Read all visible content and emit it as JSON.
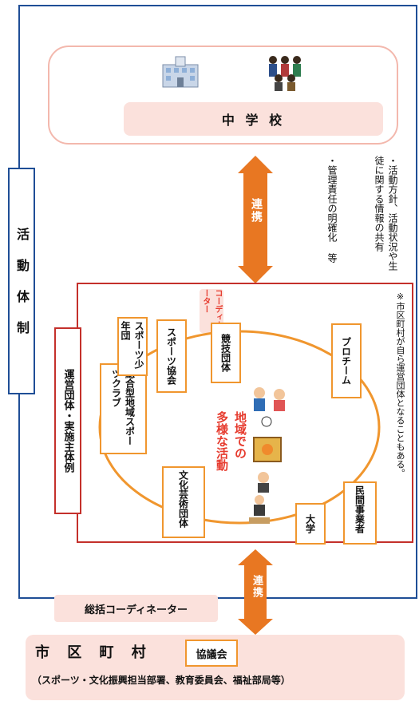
{
  "system_title": "活 動 体 制",
  "school": {
    "label": "中 学 校"
  },
  "coordination_top": {
    "arrow_label": "連携",
    "notes": [
      "・活動方針、活動状況や生徒に関する情報の共有",
      "・管理責任の明確化 等"
    ]
  },
  "operating_body": {
    "title": "運営団体・実施主体例",
    "coordinator": "コーディネーター",
    "center_text": [
      "地域での",
      "多様な活動"
    ],
    "organizations": [
      "総合型地域スポーツクラブ",
      "スポーツ少年団",
      "スポーツ協会",
      "競技団体",
      "プロチーム",
      "文化芸術団体",
      "大学",
      "民間事業者"
    ],
    "footnote": "※市区町村が自ら運営団体となることもある。"
  },
  "coordination_bottom": {
    "arrow_label": "連携"
  },
  "municipality": {
    "general_coordinator": "総括コーディネーター",
    "title": "市 区 町 村",
    "council": "協議会",
    "departments": "（スポーツ・文化振興担当部署、教育委員会、福祉部局等）"
  },
  "colors": {
    "frame_blue": "#1f4e96",
    "frame_red": "#c4302b",
    "accent_orange": "#e87722",
    "box_orange": "#f0962e",
    "pink": "#fbe1dc",
    "coord_text_red": "#e63b2e"
  },
  "icons": [
    "school-building-icon",
    "teachers-group-icon",
    "children-playing-icon"
  ]
}
